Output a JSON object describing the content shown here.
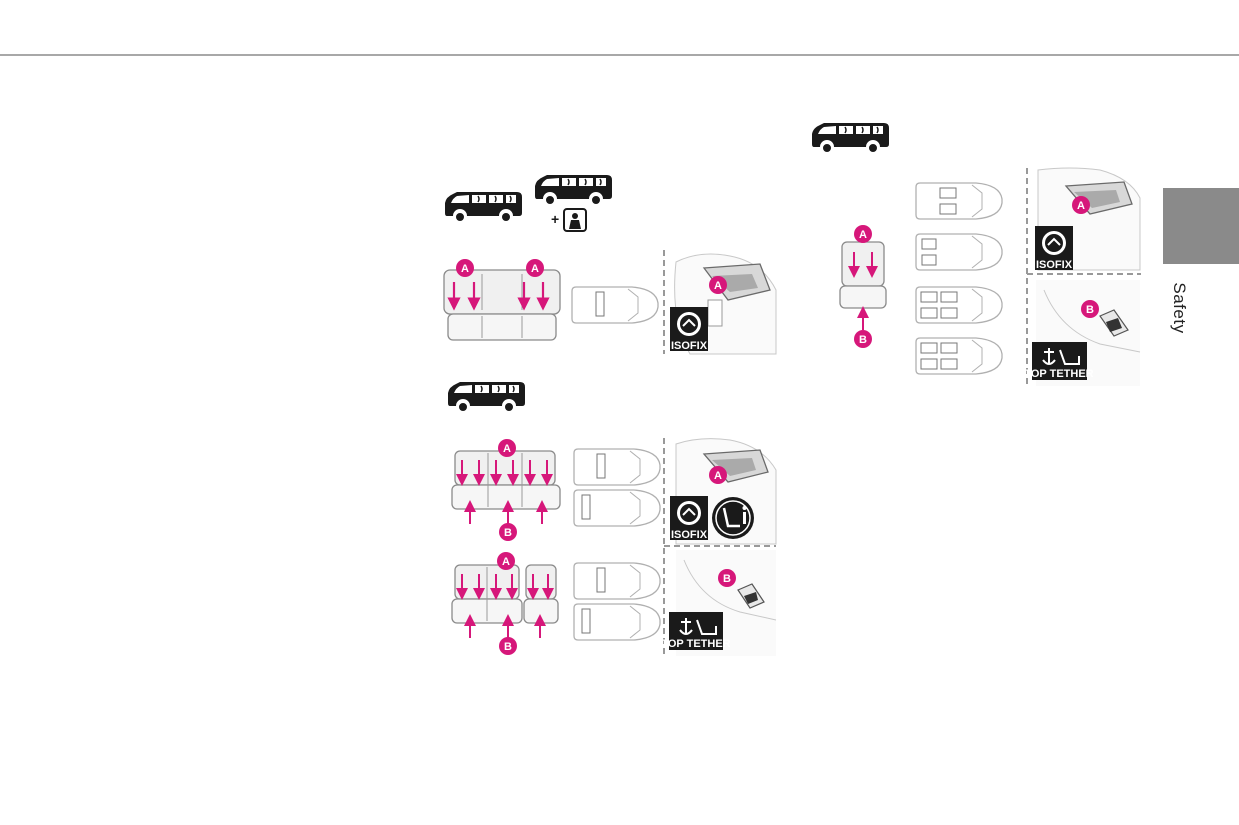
{
  "header": {
    "section_title": "Safety"
  },
  "colors": {
    "accent": "#d6177a",
    "rule": "#a8a8a8",
    "tab": "#8a8a8a",
    "icon_dark": "#1a1a1a"
  },
  "markers": {
    "a": "A",
    "b": "B"
  },
  "icons": {
    "isofix": "ISOFIX",
    "top_tether": "TOP TETHER",
    "child_lock_plus": "+"
  },
  "figures": {
    "fig1": {
      "vehicle_icons": [
        "van-short-icon",
        "van-long-icon"
      ],
      "extra_icon": "child-safety-lock-icon"
    },
    "fig2": {
      "vehicle_icons": [
        "van-icon"
      ]
    },
    "fig3": {
      "vehicle_icons": [
        "van-icon"
      ]
    }
  }
}
